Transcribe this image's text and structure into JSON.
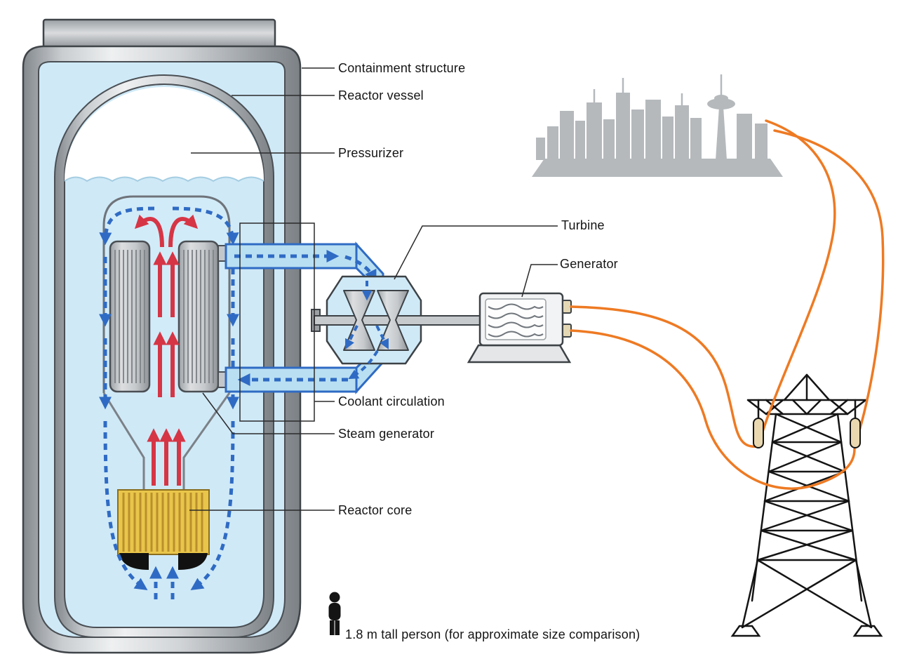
{
  "labels": {
    "containment_structure": "Containment structure",
    "reactor_vessel": "Reactor vessel",
    "pressurizer": "Pressurizer",
    "turbine": "Turbine",
    "generator": "Generator",
    "coolant_circulation": "Coolant circulation",
    "steam_generator": "Steam generator",
    "reactor_core": "Reactor core",
    "scale_caption": "1.8 m tall person (for approximate size comparison)"
  },
  "colors": {
    "coolant_arrow_blue": "#2f6bc4",
    "hot_arrow_red": "#d63545",
    "power_line_orange": "#ee7a23",
    "core_yellow": "#e9c64a",
    "water_blue": "#cfe9f7",
    "metal_gray": "#b9bdc0",
    "city_gray": "#b5b9bc"
  }
}
